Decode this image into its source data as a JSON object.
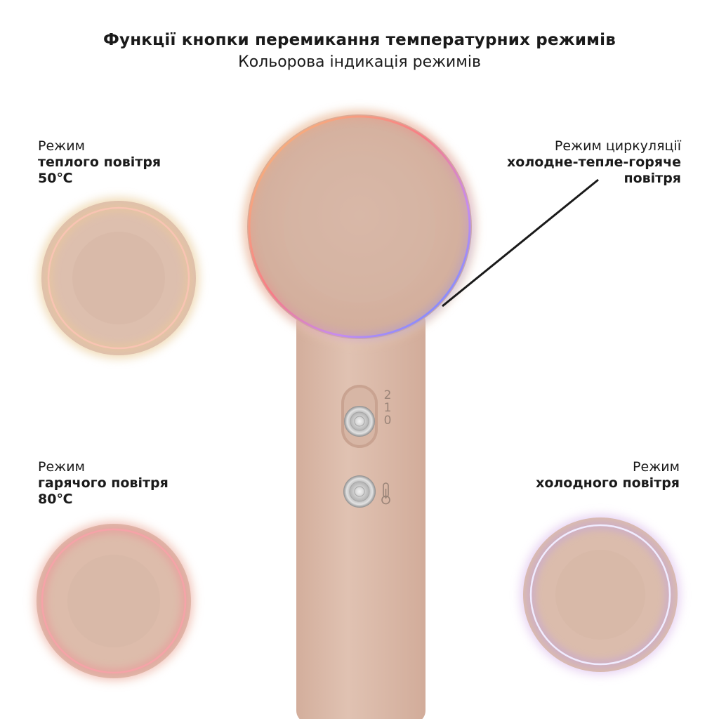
{
  "header": {
    "title": "Функції кнопки перемикання температурних режимів",
    "subtitle": "Кольорова індикація режимів"
  },
  "modes": {
    "warm": {
      "line1": "Режим",
      "line2": "теплого повітря",
      "line3": "50℃",
      "color": "#f2d39a"
    },
    "circulation": {
      "line1": "Режим циркуляції",
      "line2": "холодне-тепле-горяче",
      "line3": "повітря"
    },
    "hot": {
      "line1": "Режим",
      "line2": "гарячого повітря",
      "line3": "80℃",
      "color": "#f27c88"
    },
    "cold": {
      "line1": "Режим",
      "line2": "холодного повітря",
      "color": "#b99af0"
    }
  },
  "dryer": {
    "body_color": "#dcbcab",
    "speed_labels": [
      "2",
      "1",
      "0"
    ],
    "temp_icon": "thermometer-icon"
  }
}
